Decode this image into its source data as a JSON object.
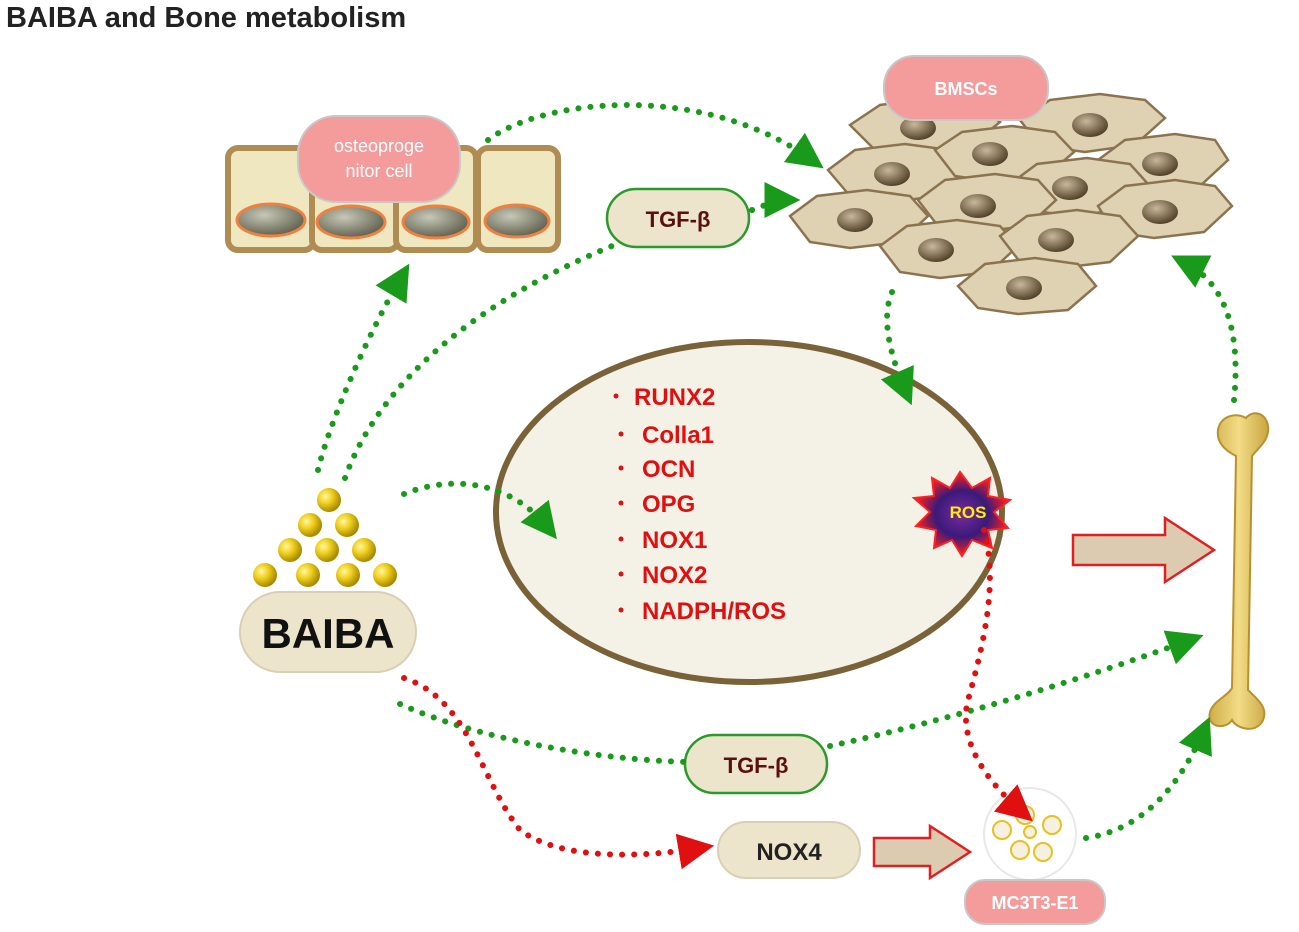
{
  "title": "BAIBA and Bone metabolism",
  "labels": {
    "bmscs": "BMSCs",
    "osteoprogenitor_line1": "osteoproge",
    "osteoprogenitor_line2": "nitor cell",
    "tgf_top": "TGF-β",
    "tgf_bottom": "TGF-β",
    "baiba": "BAIBA",
    "nox4": "NOX4",
    "mc3t3": "MC3T3-E1",
    "ros": "ROS"
  },
  "cell_markers": [
    "RUNX2",
    "Colla1",
    "OCN",
    "OPG",
    "NOX1",
    "NOX2",
    "NADPH/ROS"
  ],
  "colors": {
    "promote": "#1a9a1a",
    "inhibit": "#e01010",
    "label_pink": "#f49b9b",
    "capsule_fill": "#ede4cc",
    "cell_outline": "#8b6b3c",
    "bone": "#e6cf72",
    "marker_text": "#e01010"
  }
}
